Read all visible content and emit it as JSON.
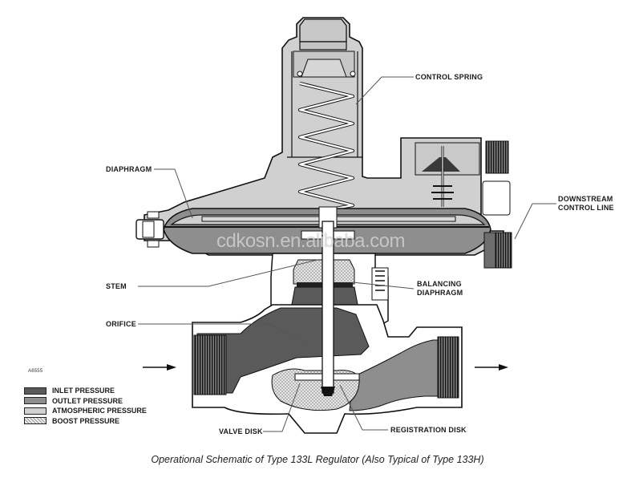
{
  "diagram": {
    "id_code": "A6555",
    "caption": "Operational Schematic of Type 133L Regulator (Also Typical of Type 133H)",
    "watermark": "cdkosn.en.alibaba.com",
    "callouts": {
      "control_spring": "CONTROL SPRING",
      "diaphragm": "DIAPHRAGM",
      "downstream_line1": "DOWNSTREAM",
      "downstream_line2": "CONTROL LINE",
      "stem": "STEM",
      "balancing_line1": "BALANCING",
      "balancing_line2": "DIAPHRAGM",
      "orifice": "ORIFICE",
      "valve_disk": "VALVE DISK",
      "registration_disk": "REGISTRATION DISK"
    },
    "flow_arrows": {
      "inlet": "right-arrow",
      "outlet": "right-arrow"
    }
  },
  "legend": {
    "items": [
      {
        "label": "INLET PRESSURE",
        "color": "#5a5a5a",
        "pattern": "solid"
      },
      {
        "label": "OUTLET PRESSURE",
        "color": "#8e8e8e",
        "pattern": "solid"
      },
      {
        "label": "ATMOSPHERIC PRESSURE",
        "color": "#d0d0d0",
        "pattern": "solid"
      },
      {
        "label": "BOOST PRESSURE",
        "color": "#e6e6e6",
        "pattern": "crosshatch"
      }
    ]
  }
}
